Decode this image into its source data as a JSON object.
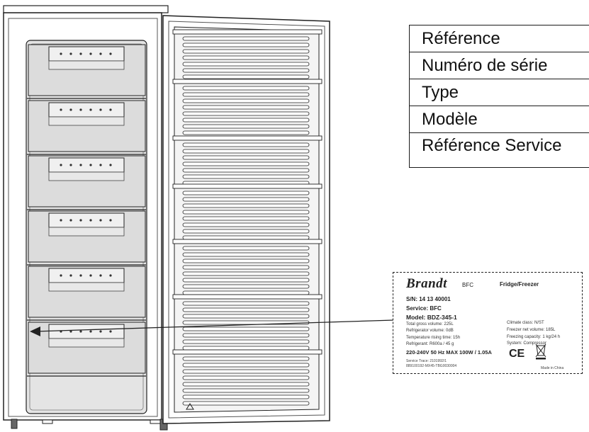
{
  "reference_table": {
    "rows": [
      "Référence",
      "Numéro de série",
      "Type",
      "Modèle",
      "Référence Service"
    ]
  },
  "rating_label": {
    "brand": "Brandt",
    "brand_sub": "BFC",
    "title": "Fridge/Freezer",
    "serial": "S/N: 14 13 40001",
    "service": "Service: BFC",
    "model": "Model: BDZ-345-1",
    "left_specs": [
      "Total gross volume: 225L",
      "Refrigerator volume: 0dB",
      "Temperature rising time: 15h",
      "Refrigerant: R600a / 45 g"
    ],
    "electrical": "220-240V  50 Hz  MAX 100W / 1.05A",
    "right_specs": [
      "Climate class: N/ST",
      "Freezer net volume: 185L",
      "Freezing capacity: 1 kg/24 h",
      "System: Compressor"
    ],
    "ser_lines": [
      "Service Trace: 2101992/1",
      "889100192-MX45-TBG0030004"
    ],
    "ce_mark": "CE",
    "made_in": "Made in China"
  },
  "colors": {
    "line": "#222222",
    "drawer_fill": "#dcdcdc",
    "panel_fill": "#e4e4e4",
    "background": "#ffffff"
  }
}
